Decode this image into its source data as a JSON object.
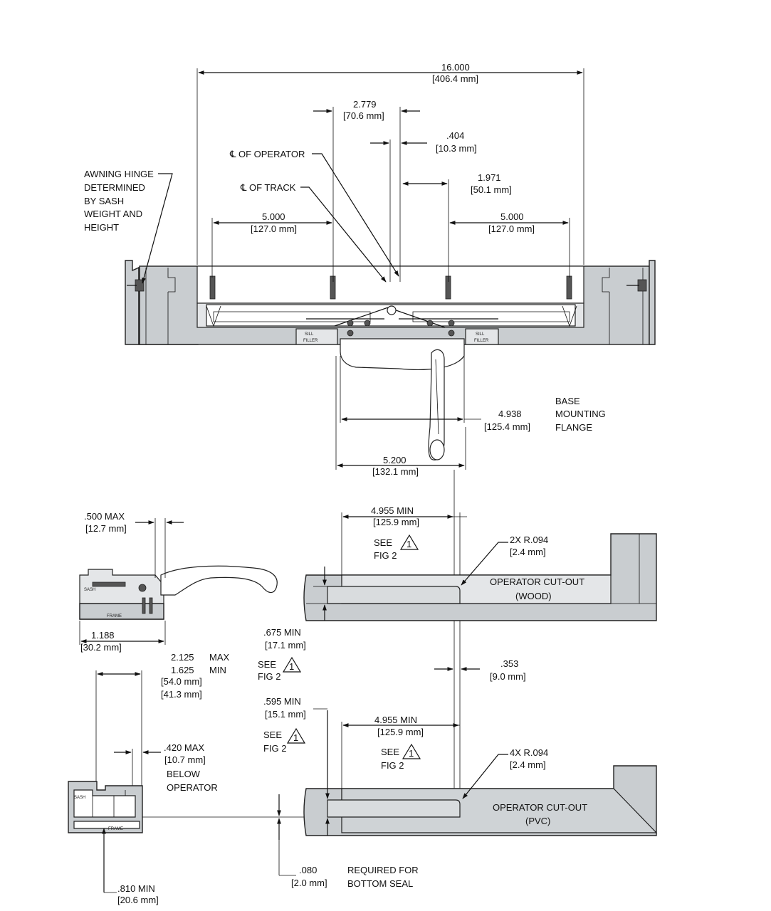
{
  "labels": {
    "overall_width": "16.000",
    "overall_width_mm": "[406.4 mm]",
    "offset_2779": "2.779",
    "offset_2779_mm": "[70.6 mm]",
    "offset_404": ".404",
    "offset_404_mm": "[10.3 mm]",
    "cl_operator": "℄ OF OPERATOR",
    "cl_track": "℄ OF TRACK",
    "offset_1971": "1.971",
    "offset_1971_mm": "[50.1 mm]",
    "left_5000": "5.000",
    "left_5000_mm": "[127.0 mm]",
    "right_5000": "5.000",
    "right_5000_mm": "[127.0 mm]",
    "hinge_note": [
      "AWNING HINGE",
      "DETERMINED",
      "BY SASH",
      "WEIGHT AND",
      "HEIGHT"
    ],
    "sill_filler": [
      "SILL",
      "FILLER"
    ],
    "flange_4938": "4.938",
    "flange_4938_mm": "[125.4 mm]",
    "base_flange_note": [
      "BASE",
      "MOUNTING",
      "FLANGE"
    ],
    "width_5200": "5.200",
    "width_5200_mm": "[132.1 mm]",
    "wood_min_width": "4.955   MIN",
    "wood_min_width_mm": "[125.9 mm]",
    "see": "SEE",
    "fig2": "FIG 2",
    "tri_num": "1",
    "wood_radius": "2X  R.094",
    "wood_radius_mm": "[2.4 mm]",
    "wood_cutout": [
      "OPERATOR CUT-OUT",
      "(WOOD)"
    ],
    "max_500": ".500   MAX",
    "max_500_mm": "[12.7 mm]",
    "dim_1188": "1.188",
    "dim_1188_mm": "[30.2 mm]",
    "sash": "SASH",
    "frame": "FRAME",
    "min_675": ".675   MIN",
    "min_675_mm": "[17.1 mm]",
    "dim_353": ".353",
    "dim_353_mm": "[9.0 mm]",
    "max_2125": "2.125",
    "max_word": "MAX",
    "min_1625": "1.625",
    "min_word": "MIN",
    "mm_540": "[54.0 mm]",
    "mm_413": "[41.3 mm]",
    "min_595": ".595   MIN",
    "min_595_mm": "[15.1 mm]",
    "max_420": ".420   MAX",
    "max_420_mm": "[10.7 mm]",
    "below_operator": [
      "BELOW",
      "OPERATOR"
    ],
    "pvc_min_width": "4.955   MIN",
    "pvc_min_width_mm": "[125.9 mm]",
    "pvc_radius": "4X  R.094",
    "pvc_radius_mm": "[2.4 mm]",
    "pvc_cutout": [
      "OPERATOR CUT-OUT",
      "(PVC)"
    ],
    "dim_080": ".080",
    "dim_080_mm": "[2.0 mm]",
    "bottom_seal": [
      "REQUIRED FOR",
      "BOTTOM SEAL"
    ],
    "min_810": ".810   MIN",
    "min_810_mm": "[20.6 mm]"
  }
}
